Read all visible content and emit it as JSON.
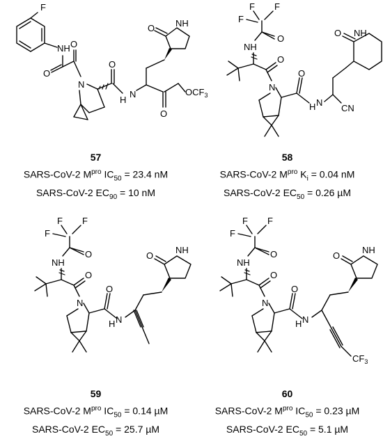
{
  "compounds": [
    {
      "number": "57",
      "line1": {
        "prefix": "SARS-CoV-2 M",
        "sup": "pro",
        "label": " IC",
        "sub": "50",
        "value": " = 23.4 nM"
      },
      "line2": {
        "prefix": "SARS-CoV-2 EC",
        "sub": "90",
        "value": " = 10 nM"
      }
    },
    {
      "number": "58",
      "line1": {
        "prefix": "SARS-CoV-2 M",
        "sup": "pro",
        "label": " K",
        "sub": "i",
        "value": " = 0.04 nM"
      },
      "line2": {
        "prefix": "SARS-CoV-2 EC",
        "sub": "50",
        "value": " = 0.26 µM"
      }
    },
    {
      "number": "59",
      "line1": {
        "prefix": "SARS-CoV-2 M",
        "sup": "pro",
        "label": " IC",
        "sub": "50",
        "value": " = 0.14 µM"
      },
      "line2": {
        "prefix": "SARS-CoV-2 EC",
        "sub": "50",
        "value": " = 25.7 µM"
      }
    },
    {
      "number": "60",
      "line1": {
        "prefix": "SARS-CoV-2 M",
        "sup": "pro",
        "label": " IC",
        "sub": "50",
        "value": " = 0.23 µM"
      },
      "line2": {
        "prefix": "SARS-CoV-2 EC",
        "sub": "50",
        "value": " = 5.1 µM"
      }
    }
  ],
  "atoms": {
    "F": "F",
    "NH": "NH",
    "N": "N",
    "H": "H",
    "O": "O",
    "CN": "CN",
    "OCF3": "OCF",
    "three": "3",
    "CF3": "CF",
    "F3": "F"
  }
}
